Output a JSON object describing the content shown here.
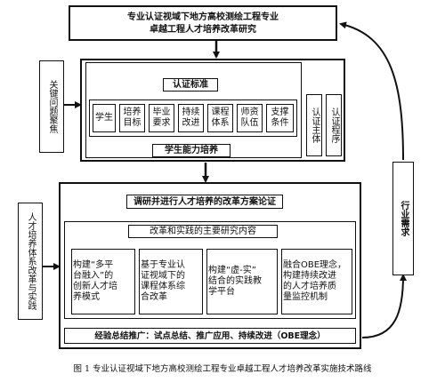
{
  "top_box": {
    "line1": "专业认证视域下地方高校测绘工程专业",
    "line2": "卓越工程人才培养改革研究"
  },
  "left_labels": {
    "key_issues": "关键问题聚焦",
    "reform_practice": "人才培养体系改革与实践"
  },
  "right_label": {
    "industry_demand": "行业需求"
  },
  "upper_frame": {
    "cert_standard": "认证标准",
    "elements": [
      "学生",
      "培养\n目标",
      "毕业\n要求",
      "持续\n改进",
      "课程\n体系",
      "师资\n队伍",
      "支撑\n条件"
    ],
    "ability": "学生能力培养",
    "cert_subject": "认证主体",
    "cert_procedure": "认证程序"
  },
  "lower_frame": {
    "research": "调研并进行人才培养的改革方案论证",
    "main_content": "改革和实践的主要研究内容",
    "tasks": [
      "构建“多平\n台融入”的\n创新人才培\n养模式",
      "基于专业认\n证视域下的\n课程体系综\n合改革",
      "构建“虚-实”\n结合的实践教\n学平台",
      "融合OBE理念，\n构建持续改进\n的人才培养质\n量监控机制"
    ],
    "summary": "经验总结推广：试点总结、推广应用、持续改进（OBE理念）"
  },
  "caption": "图 1  专业认证视域下地方高校测绘工程专业卓越工程人才培养改革实施技术路线"
}
